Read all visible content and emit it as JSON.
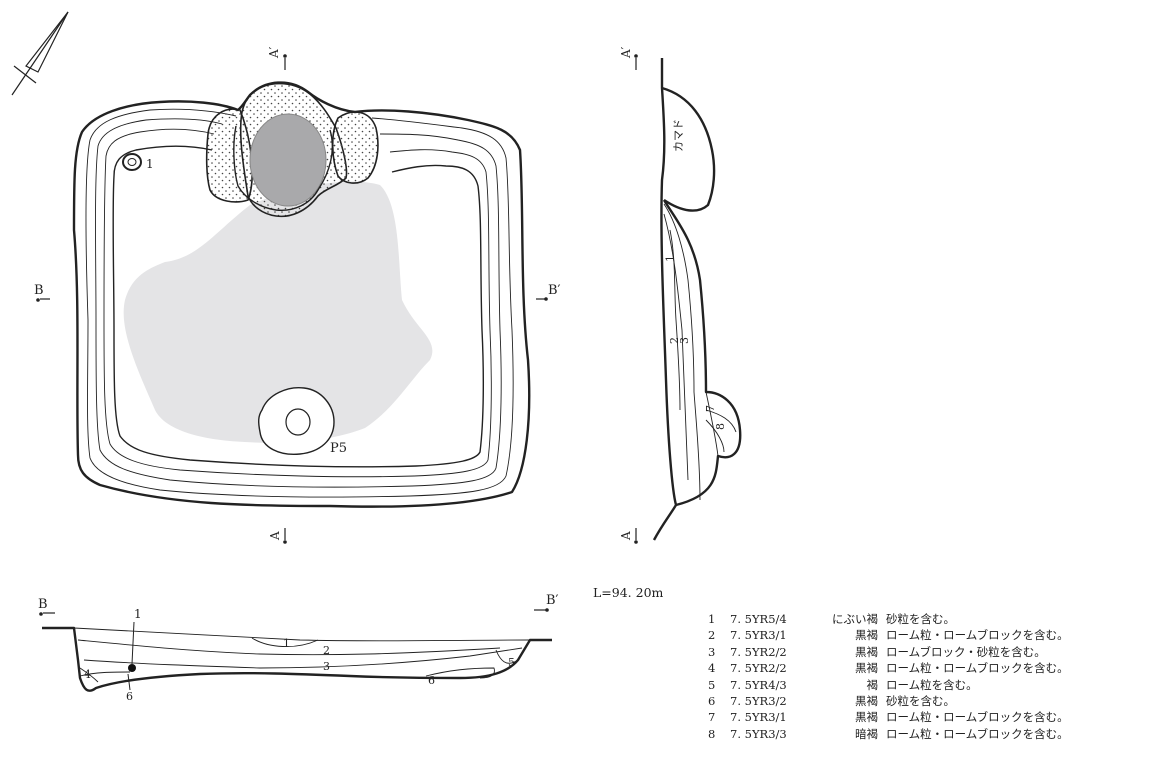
{
  "plan": {
    "section_a_top": "A′",
    "section_a_bottom": "A",
    "section_b_left": "B",
    "section_b_right": "B′",
    "pit_1_label": "1",
    "pit_p5_label": "P5"
  },
  "profile_a": {
    "top_label": "A′",
    "bottom_label": "A",
    "kamado_label": "カマド",
    "layer_labels": [
      "1",
      "2",
      "3",
      "7",
      "8"
    ]
  },
  "profile_b": {
    "left_label": "B",
    "right_label": "B′",
    "point_label": "1",
    "layer_labels": [
      "1",
      "2",
      "3",
      "4",
      "5",
      "6",
      "6"
    ]
  },
  "elevation": "L=94. 20m",
  "legend": [
    {
      "num": "1",
      "code": "7. 5YR5/4",
      "color": "にぶい褐",
      "desc": "砂粒を含む。"
    },
    {
      "num": "2",
      "code": "7. 5YR3/1",
      "color": "黒褐",
      "desc": "ローム粒・ロームブロックを含む。"
    },
    {
      "num": "3",
      "code": "7. 5YR2/2",
      "color": "黒褐",
      "desc": "ロームブロック・砂粒を含む。"
    },
    {
      "num": "4",
      "code": "7. 5YR2/2",
      "color": "黒褐",
      "desc": "ローム粒・ロームブロックを含む。"
    },
    {
      "num": "5",
      "code": "7. 5YR4/3",
      "color": "褐",
      "desc": "ローム粒を含む。"
    },
    {
      "num": "6",
      "code": "7. 5YR3/2",
      "color": "黒褐",
      "desc": "砂粒を含む。"
    },
    {
      "num": "7",
      "code": "7. 5YR3/1",
      "color": "黒褐",
      "desc": "ローム粒・ロームブロックを含む。"
    },
    {
      "num": "8",
      "code": "7. 5YR3/3",
      "color": "暗褐",
      "desc": "ローム粒・ロームブロックを含む。"
    }
  ]
}
